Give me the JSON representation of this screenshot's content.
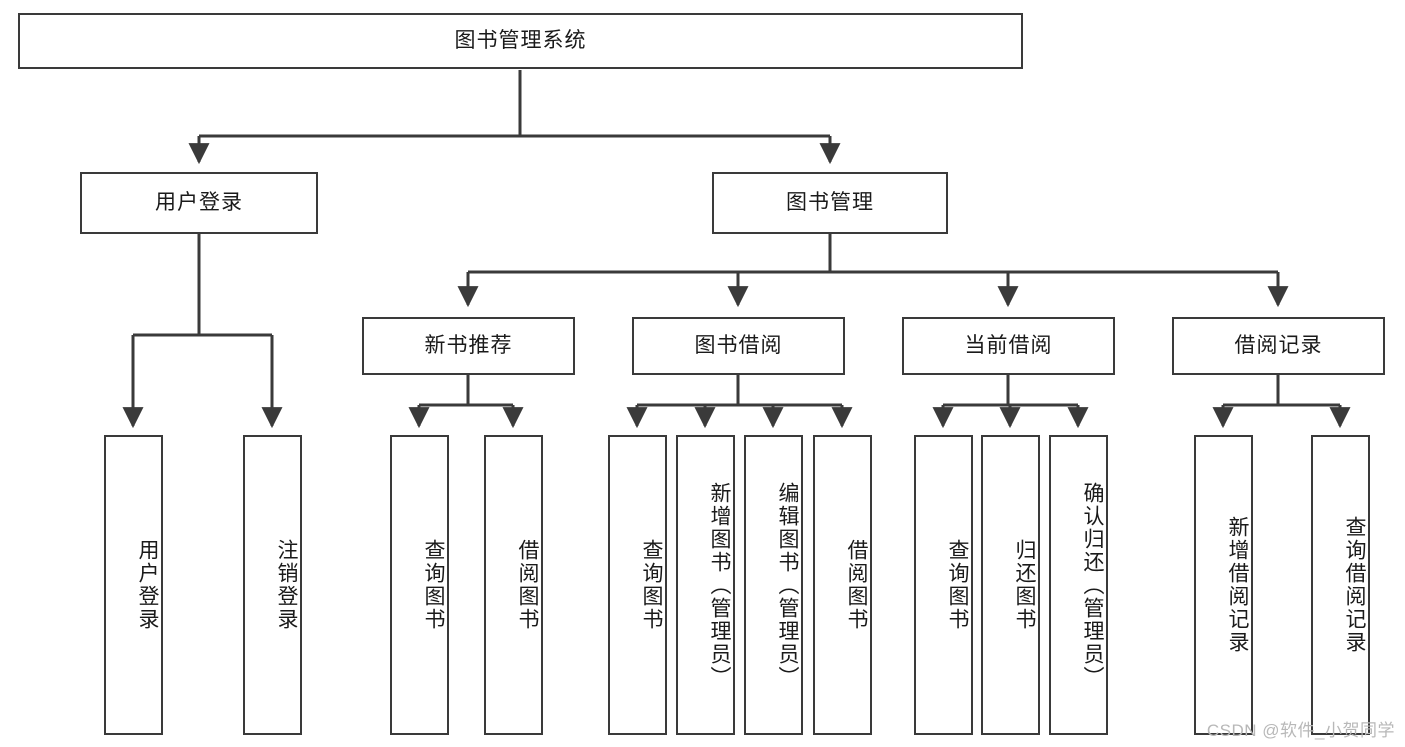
{
  "diagram": {
    "title": "图书管理系统",
    "type": "tree-hierarchy-chart",
    "watermark": "CSDN @软件_小贺同学",
    "colors": {
      "box_border": "#3a3a3a",
      "box_fill": "#ffffff",
      "connector": "#3a3a3a",
      "text": "#1a1a1a",
      "watermark": "#b8b8b8",
      "background": "#ffffff"
    },
    "root": {
      "id": "root",
      "label": "图书管理系统"
    },
    "level1": [
      {
        "id": "user-login",
        "label": "用户登录"
      },
      {
        "id": "book-management",
        "label": "图书管理"
      }
    ],
    "level2": [
      {
        "id": "new-book-recommend",
        "label": "新书推荐",
        "parent": "book-management"
      },
      {
        "id": "book-borrow",
        "label": "图书借阅",
        "parent": "book-management"
      },
      {
        "id": "current-borrow",
        "label": "当前借阅",
        "parent": "book-management"
      },
      {
        "id": "borrow-record",
        "label": "借阅记录",
        "parent": "book-management"
      }
    ],
    "leaves": {
      "user-login": [
        {
          "id": "leaf-user-login",
          "label": "用户登录"
        },
        {
          "id": "leaf-user-logout",
          "label": "注销登录"
        }
      ],
      "new-book-recommend": [
        {
          "id": "leaf-query-book-1",
          "label": "查询图书"
        },
        {
          "id": "leaf-borrow-book-1",
          "label": "借阅图书"
        }
      ],
      "book-borrow": [
        {
          "id": "leaf-query-book-2",
          "label": "查询图书"
        },
        {
          "id": "leaf-add-book",
          "label": "新增图书（管理员）"
        },
        {
          "id": "leaf-edit-book",
          "label": "编辑图书（管理员）"
        },
        {
          "id": "leaf-borrow-book-2",
          "label": "借阅图书"
        }
      ],
      "current-borrow": [
        {
          "id": "leaf-query-book-3",
          "label": "查询图书"
        },
        {
          "id": "leaf-return-book",
          "label": "归还图书"
        },
        {
          "id": "leaf-confirm-return",
          "label": "确认归还（管理员）"
        }
      ],
      "borrow-record": [
        {
          "id": "leaf-add-record",
          "label": "新增借阅记录"
        },
        {
          "id": "leaf-query-record",
          "label": "查询借阅记录"
        }
      ]
    }
  }
}
